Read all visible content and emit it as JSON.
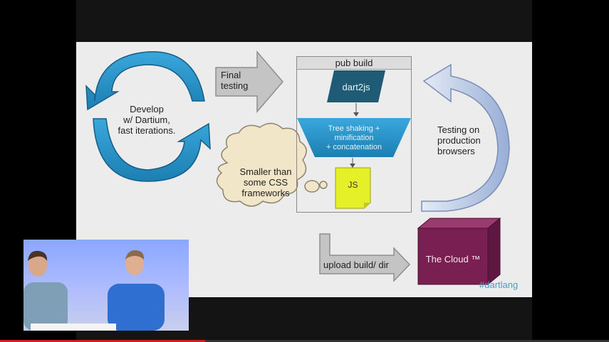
{
  "slide": {
    "develop_text": [
      "Develop",
      "w/ Dartium,",
      "fast iterations."
    ],
    "final_testing_text": [
      "Final",
      "testing"
    ],
    "pub_build_title": "pub build",
    "dart2js_label": "dart2js",
    "tree_shaking_text": [
      "Tree shaking +",
      "minification",
      "+ concatenation"
    ],
    "js_label": "JS",
    "cloud_bubble_text": [
      "Smaller than",
      "some CSS",
      "frameworks"
    ],
    "testing_production_text": [
      "Testing on",
      "production",
      "browsers"
    ],
    "upload_text": "upload build/ dir",
    "cloud_box_label": "The Cloud ™",
    "hashtag": "#dartlang"
  },
  "colors": {
    "cycle_arrow": "#2a93c9",
    "dart2js_box": "#1f5b74",
    "funnel": "#2a93c9",
    "js_note": "#e6f029",
    "cloud_cube": "#7a1f52",
    "gray_arrow": "#c4c4c4",
    "return_arrow": "#a9bedf"
  }
}
